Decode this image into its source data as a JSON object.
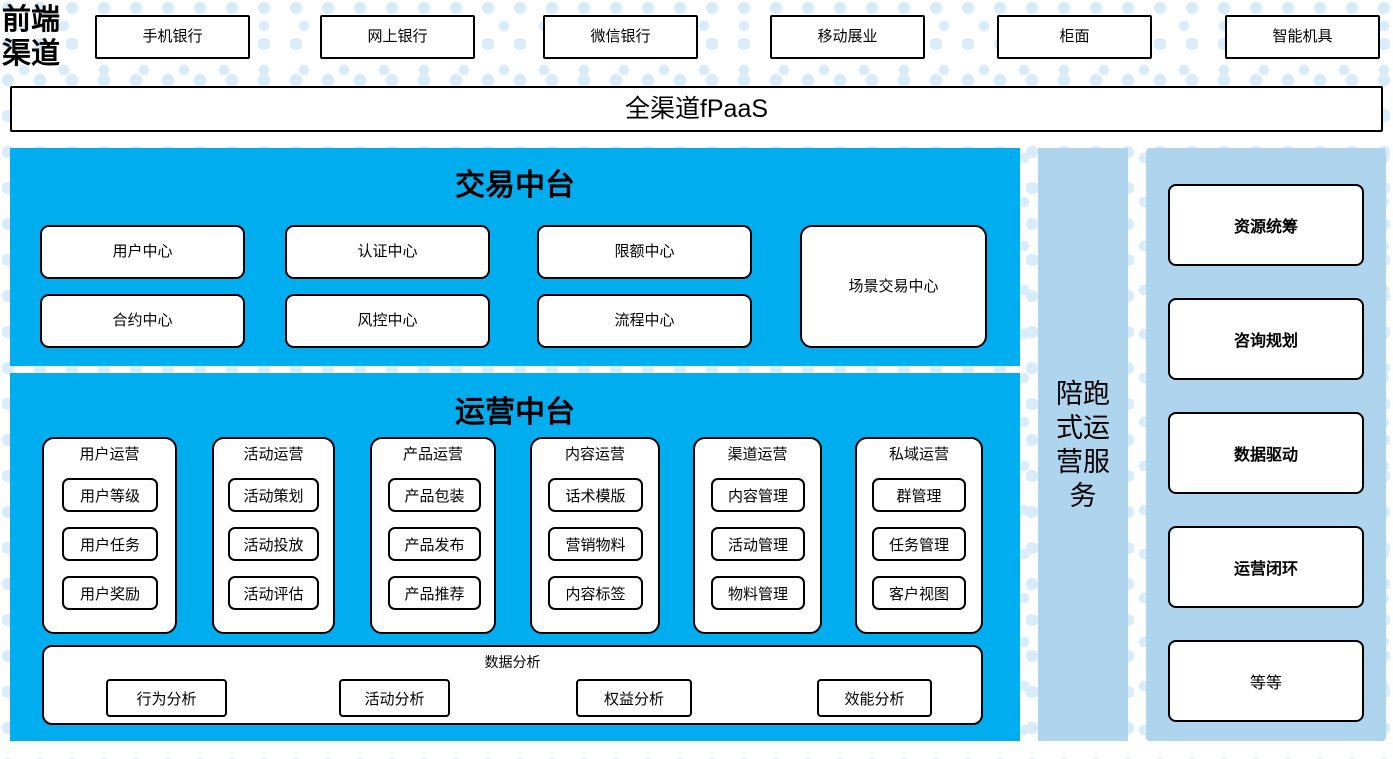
{
  "colors": {
    "cyan": "#00AEEF",
    "light_blue": "#AED4EE",
    "dot_blue": "#D8ECFA",
    "box_white": "#FFFFFF",
    "border_black": "#000000"
  },
  "front_channel": {
    "label": "前端渠道",
    "label_line1": "前端",
    "label_line2": "渠道",
    "channels": [
      {
        "label": "手机银行"
      },
      {
        "label": "网上银行"
      },
      {
        "label": "微信银行"
      },
      {
        "label": "移动展业"
      },
      {
        "label": "柜面"
      },
      {
        "label": "智能机具"
      }
    ]
  },
  "fpaas_bar": {
    "label": "全渠道fPaaS"
  },
  "trade_platform": {
    "title": "交易中台",
    "cells": [
      {
        "label": "用户中心"
      },
      {
        "label": "认证中心"
      },
      {
        "label": "限额中心"
      },
      {
        "label": "合约中心"
      },
      {
        "label": "风控中心"
      },
      {
        "label": "流程中心"
      }
    ],
    "tall_cell": {
      "label": "场景交易中心"
    }
  },
  "operation_platform": {
    "title": "运营中台",
    "columns": [
      {
        "title": "用户运营",
        "items": [
          "用户等级",
          "用户任务",
          "用户奖励"
        ]
      },
      {
        "title": "活动运营",
        "items": [
          "活动策划",
          "活动投放",
          "活动评估"
        ]
      },
      {
        "title": "产品运营",
        "items": [
          "产品包装",
          "产品发布",
          "产品推荐"
        ]
      },
      {
        "title": "内容运营",
        "items": [
          "话术模版",
          "营销物料",
          "内容标签"
        ]
      },
      {
        "title": "渠道运营",
        "items": [
          "内容管理",
          "活动管理",
          "物料管理"
        ]
      },
      {
        "title": "私域运营",
        "items": [
          "群管理",
          "任务管理",
          "客户视图"
        ]
      }
    ],
    "data_analysis": {
      "title": "数据分析",
      "items": [
        "行为分析",
        "活动分析",
        "权益分析",
        "效能分析"
      ]
    }
  },
  "service_column": {
    "label": "陪跑式运营服务",
    "lines": [
      "陪跑",
      "式运",
      "营服",
      "务"
    ]
  },
  "value_panel": {
    "items": [
      {
        "label": "资源统筹",
        "bold": true
      },
      {
        "label": "咨询规划",
        "bold": true
      },
      {
        "label": "数据驱动",
        "bold": true
      },
      {
        "label": "运营闭环",
        "bold": true
      },
      {
        "label": "等等",
        "bold": false
      }
    ]
  }
}
